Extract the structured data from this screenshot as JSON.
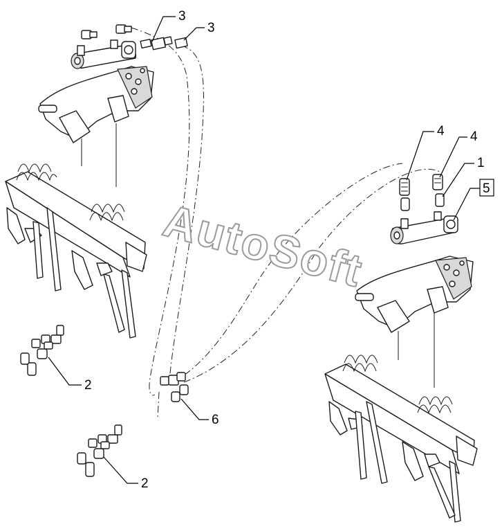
{
  "watermark": "AutoSoft",
  "callouts": {
    "c3a": "3",
    "c3b": "3",
    "c4a": "4",
    "c4b": "4",
    "c1": "1",
    "c5": "5",
    "c2a": "2",
    "c6": "6",
    "c2b": "2"
  },
  "colors": {
    "line": "#1a1a1a",
    "shade": "#d9d9d9",
    "watermark_outline": "#9a9a9a"
  }
}
